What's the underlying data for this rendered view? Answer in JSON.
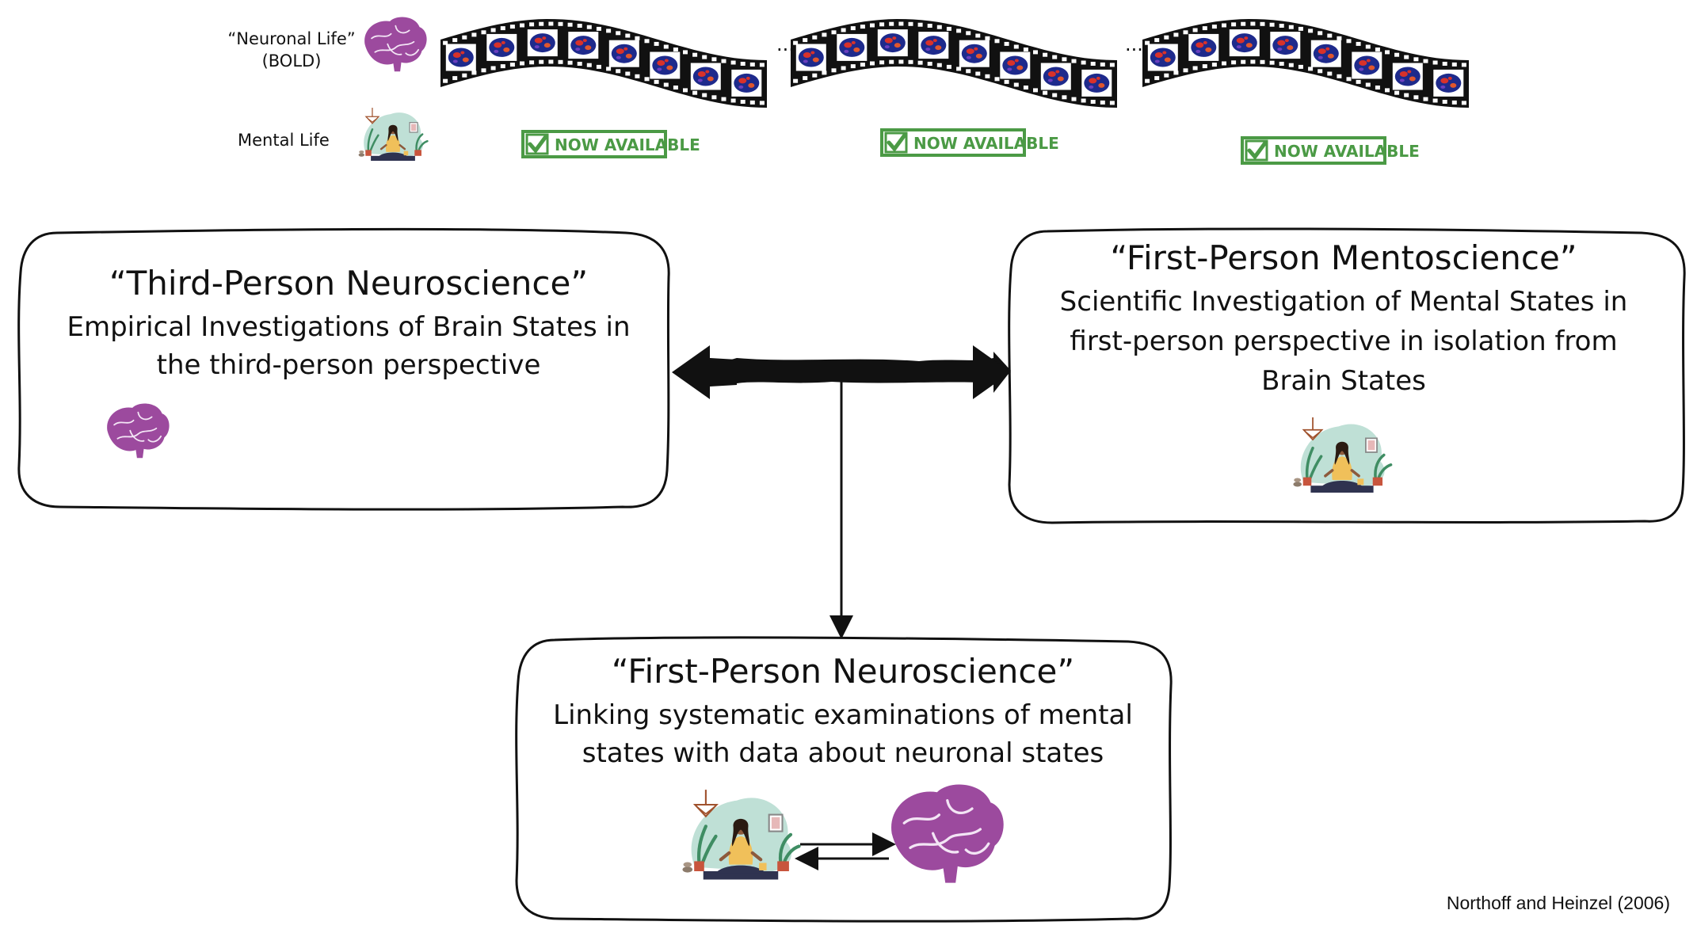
{
  "header": {
    "neuronal_life_line1": "“Neuronal Life”",
    "neuronal_life_line2": "(BOLD)",
    "mental_life": "Mental Life",
    "ellipsis": "...",
    "badges": [
      "NOW AVAILABLE",
      "NOW AVAILABLE",
      "NOW AVAILABLE"
    ]
  },
  "boxes": {
    "third_person": {
      "title": "“Third-Person Neuroscience”",
      "lines": [
        "Empirical Investigations of Brain States in",
        "the third-person perspective"
      ]
    },
    "first_person_mento": {
      "title": "“First-Person Mentoscience”",
      "lines": [
        "Scientific Investigation of Mental States in",
        "first-person perspective in isolation from",
        "Brain States"
      ]
    },
    "first_person_neuro": {
      "title": "“First-Person Neuroscience”",
      "lines": [
        "Linking systematic examinations of mental",
        "states with data about neuronal states"
      ]
    }
  },
  "citation": "Northoff and Heinzel (2006)",
  "colors": {
    "brain": "#9c4a9e",
    "badge_green": "#4b9a45",
    "frame_fill": "#1e2a8c",
    "frame_hot": "#d8322a",
    "plant": "#3f8d63",
    "blob": "#bfe0d6"
  },
  "icons": [
    "brain-icon",
    "meditation-icon",
    "filmstrip-icon",
    "checkmark-icon",
    "double-arrow-icon"
  ]
}
